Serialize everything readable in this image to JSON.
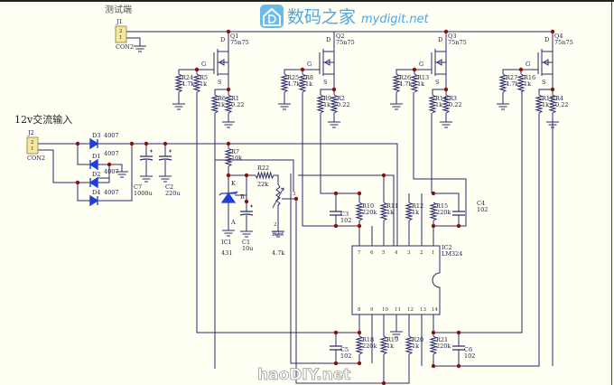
{
  "titles": {
    "test_port": "测试端",
    "ac_input": "12v交流输入"
  },
  "watermarks": {
    "site_cn": "数码之家",
    "site_en": "mydigit.net",
    "site2": "haoDIY.net"
  },
  "colors": {
    "wire": "#2b2b6e",
    "junction": "#8b1010",
    "diode": "#1f3fd8",
    "connector": "#f3e7a2",
    "background": "#fffff3"
  },
  "connectors": [
    {
      "ref": "J1",
      "type": "CON2",
      "pins": [
        "2",
        "1"
      ]
    },
    {
      "ref": "J2",
      "type": "CON2",
      "pins": [
        "2",
        "1"
      ]
    }
  ],
  "mosfets": [
    {
      "ref": "Q1",
      "value": "75n75",
      "d": "D",
      "g": "G",
      "s": "S"
    },
    {
      "ref": "Q2",
      "value": "75n75",
      "d": "D",
      "g": "G",
      "s": "S"
    },
    {
      "ref": "Q3",
      "value": "75n75",
      "d": "D",
      "g": "G",
      "s": "S"
    },
    {
      "ref": "Q4",
      "value": "75n75",
      "d": "D",
      "g": "G",
      "s": "S"
    }
  ],
  "resistors": {
    "R24": {
      "ref": "R24",
      "value": "4.7k"
    },
    "R5": {
      "ref": "R5",
      "value": "1k"
    },
    "R6": {
      "ref": "R6",
      "value": "1k"
    },
    "R1": {
      "ref": "R1",
      "value": "0.22"
    },
    "R25": {
      "ref": "R25",
      "value": "4.7k"
    },
    "R8": {
      "ref": "R8",
      "value": "1k"
    },
    "R9": {
      "ref": "R9",
      "value": "1k"
    },
    "R2": {
      "ref": "R2",
      "value": "0.22"
    },
    "R26": {
      "ref": "R26",
      "value": "4.7k"
    },
    "R13": {
      "ref": "R13",
      "value": "1k"
    },
    "R14": {
      "ref": "R14",
      "value": "1k"
    },
    "R3": {
      "ref": "R3",
      "value": "0.22"
    },
    "R27": {
      "ref": "R27",
      "value": "4.7k"
    },
    "R16": {
      "ref": "R16",
      "value": "1k"
    },
    "R17": {
      "ref": "R17",
      "value": "1k"
    },
    "R4": {
      "ref": "R4",
      "value": "0.22"
    },
    "R7": {
      "ref": "R7",
      "value": "10k"
    },
    "R22": {
      "ref": "R22",
      "value": "22k"
    },
    "R23": {
      "ref": "R23",
      "value": "4.7k"
    },
    "R10": {
      "ref": "R10",
      "value": "220k"
    },
    "R11": {
      "ref": "R11",
      "value": "1k"
    },
    "R12": {
      "ref": "R12",
      "value": "1k"
    },
    "R15": {
      "ref": "R15",
      "value": "220k"
    },
    "R18": {
      "ref": "R18",
      "value": "220k"
    },
    "R19": {
      "ref": "R19",
      "value": "1k"
    },
    "R20": {
      "ref": "R20",
      "value": "1k"
    },
    "R21": {
      "ref": "R21",
      "value": "220k"
    }
  },
  "capacitors": {
    "C7": {
      "ref": "C7",
      "value": "1000u"
    },
    "C2": {
      "ref": "C2",
      "value": "220u"
    },
    "C1": {
      "ref": "C1",
      "value": "10u"
    },
    "C3": {
      "ref": "C3",
      "value": "102"
    },
    "C4": {
      "ref": "C4",
      "value": "102"
    },
    "C5": {
      "ref": "C5",
      "value": "102"
    },
    "C6": {
      "ref": "C6",
      "value": "102"
    }
  },
  "diodes": {
    "D3": {
      "ref": "D3",
      "value": "4007"
    },
    "D1": {
      "ref": "D1",
      "value": "4007"
    },
    "D2": {
      "ref": "D2",
      "value": "4007"
    },
    "D4": {
      "ref": "D4",
      "value": "4007"
    }
  },
  "ic1": {
    "ref": "IC1",
    "value": "431",
    "k": "K",
    "r": "R",
    "a": "A"
  },
  "ic2": {
    "ref": "IC2",
    "value": "LM324",
    "top_pins": [
      "7",
      "6",
      "5",
      "4",
      "3",
      "2",
      "1"
    ],
    "bottom_pins": [
      "8",
      "9",
      "10",
      "11",
      "12",
      "13",
      "14"
    ]
  },
  "pot_pins": {
    "wiper": "3",
    "end": "2"
  }
}
